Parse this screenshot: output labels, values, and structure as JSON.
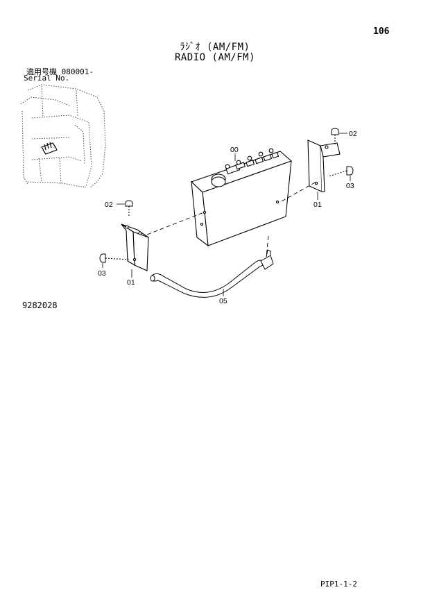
{
  "page": {
    "page_number": "106",
    "title_jp": "ﾗｼﾞｵ (AM/FM)",
    "title_en": "RADIO (AM/FM)",
    "serial_label_jp": "適用号機  080001-",
    "serial_label_en": "Serial No.",
    "drawing_number": "9282028",
    "document_code": "PIP1-1-2"
  },
  "callouts": {
    "radio": "00",
    "bracket_left": "01",
    "bracket_right": "01",
    "bolt_left": "02",
    "bolt_right": "02",
    "nut_left": "03",
    "nut_right": "03",
    "antenna_cable": "05"
  }
}
